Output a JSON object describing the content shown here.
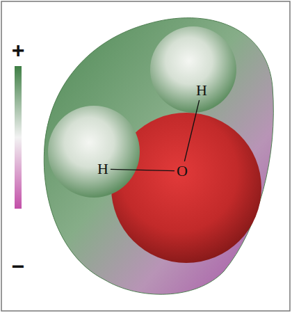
{
  "diagram": {
    "nodes": [
      {
        "text": [
          "H"
        ]
      },
      {
        "text": [
          "H"
        ]
      },
      {
        "text": [
          "O"
        ]
      }
    ],
    "edges": [
      {
        "from": 0,
        "to": 2,
        "arrow": "none"
      },
      {
        "from": 1,
        "to": 2,
        "arrow": "none"
      }
    ],
    "labels": [
      "+",
      "−"
    ]
  }
}
